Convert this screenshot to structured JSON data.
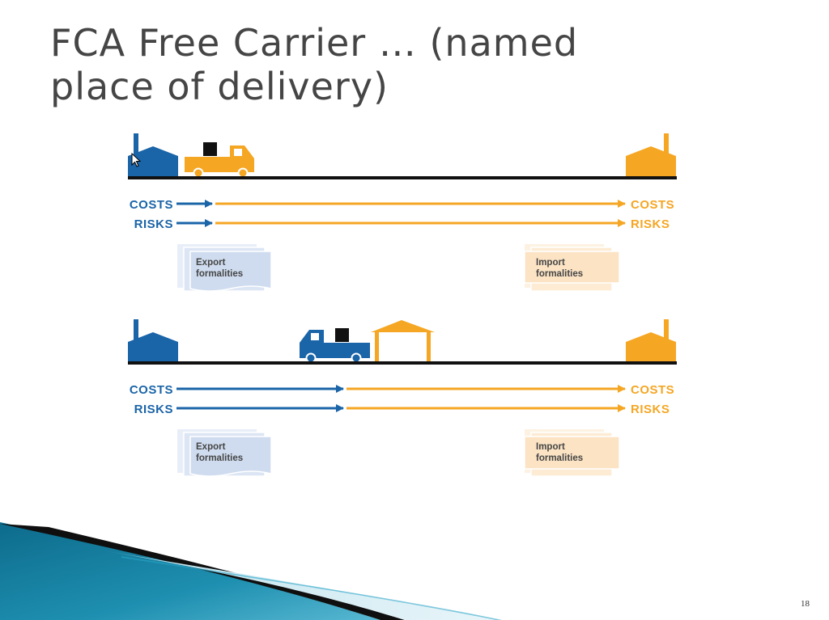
{
  "title": "FCA      Free Carrier … (named\nplace of delivery)",
  "colors": {
    "seller": "#1a64a8",
    "buyer": "#f5a623",
    "export_doc": "#dbe5f3",
    "import_doc": "#fdebd3",
    "road": "#111111"
  },
  "scenarios": [
    {
      "costs_left": "COSTS",
      "risks_left": "RISKS",
      "costs_right": "COSTS",
      "risks_right": "RISKS",
      "export_line1": "Export",
      "export_line2": "formalities",
      "import_line1": "Import",
      "import_line2": "formalities",
      "icons": [
        "seller-factory-icon",
        "buyer-truck-icon",
        "buyer-factory-icon"
      ]
    },
    {
      "costs_left": "COSTS",
      "risks_left": "RISKS",
      "costs_right": "COSTS",
      "risks_right": "RISKS",
      "export_line1": "Export",
      "export_line2": "formalities",
      "import_line1": "Import",
      "import_line2": "formalities",
      "icons": [
        "seller-factory-icon",
        "seller-truck-icon",
        "terminal-shelter-icon",
        "buyer-factory-icon"
      ]
    }
  ],
  "page_number": "18"
}
